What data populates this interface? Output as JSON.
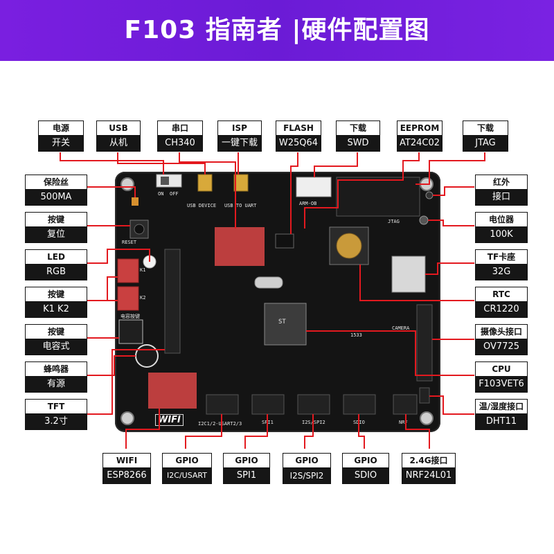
{
  "header": {
    "title": "F103 指南者 |硬件配置图"
  },
  "labels": {
    "power": {
      "title": "电源",
      "value": "开关"
    },
    "usb": {
      "title": "USB",
      "value": "从机"
    },
    "serial": {
      "title": "串口",
      "value": "CH340"
    },
    "isp": {
      "title": "ISP",
      "value": "一键下载"
    },
    "flash": {
      "title": "FLASH",
      "value": "W25Q64"
    },
    "swd": {
      "title": "下载",
      "value": "SWD"
    },
    "eeprom": {
      "title": "EEPROM",
      "value": "AT24C02"
    },
    "jtag": {
      "title": "下载",
      "value": "JTAG"
    },
    "fuse": {
      "title": "保险丝",
      "value": "500MA"
    },
    "reset": {
      "title": "按键",
      "value": "复位"
    },
    "led": {
      "title": "LED",
      "value": "RGB"
    },
    "keys": {
      "title": "按键",
      "value": "K1 K2"
    },
    "touch": {
      "title": "按键",
      "value": "电容式"
    },
    "buzzer": {
      "title": "蜂鸣器",
      "value": "有源"
    },
    "tft": {
      "title": "TFT",
      "value": "3.2寸"
    },
    "ir": {
      "title": "红外",
      "value": "接口"
    },
    "pot": {
      "title": "电位器",
      "value": "100K"
    },
    "tf": {
      "title": "TF卡座",
      "value": "32G"
    },
    "rtc": {
      "title": "RTC",
      "value": "CR1220"
    },
    "camera": {
      "title": "摄像头接口",
      "value": "OV7725"
    },
    "cpu": {
      "title": "CPU",
      "value": "F103VET6"
    },
    "dht": {
      "title": "温/湿度接口",
      "value": "DHT11"
    },
    "wifi": {
      "title": "WIFI",
      "value": "ESP8266"
    },
    "gpio1": {
      "title": "GPIO",
      "value": "I2C/USART"
    },
    "gpio2": {
      "title": "GPIO",
      "value": "SPI1"
    },
    "gpio3": {
      "title": "GPIO",
      "value": "I2S/SPI2"
    },
    "gpio4": {
      "title": "GPIO",
      "value": "SDIO"
    },
    "nrf": {
      "title": "2.4G接口",
      "value": "NRF24L01"
    }
  },
  "board_silk": {
    "usb_device": "USB DEVICE",
    "usb_to_uart": "USB TO UART",
    "arm_ob": "ARM-OB",
    "jtag": "JTAG",
    "camera": "CAMERA",
    "wifi": "WIFI",
    "spi1": "SPI1",
    "i2s_spi2": "I2S/SPI2",
    "sdio": "SDIO",
    "nrf": "NRF",
    "i2c_usart": "I2C1/2-USART2/3",
    "touch_key": "电容按键",
    "off": "OFF",
    "on": "ON",
    "k1": "K1",
    "k2": "K2",
    "reset_silk": "RESET",
    "spare": "1533",
    "chip_brand": "ST"
  },
  "colors": {
    "banner": "#6b1bd6",
    "wire": "#e3191f",
    "board": "#141414",
    "highlight": "#e03a3a"
  }
}
